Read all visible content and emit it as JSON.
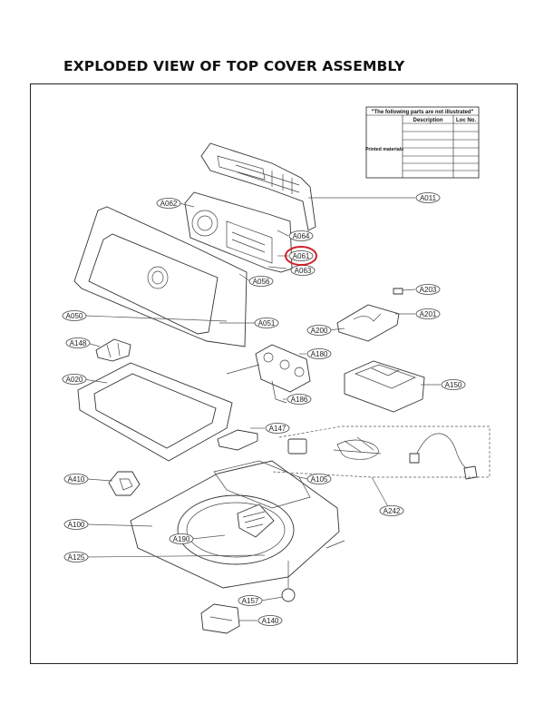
{
  "title": "EXPLODED VIEW OF TOP COVER ASSEMBLY",
  "table": {
    "header": "\"The following parts are not illustrated\"",
    "col_description": "Description",
    "col_loc": "Loc No.",
    "row_label": "Printed materials"
  },
  "highlight_color": "#d0202a",
  "labels": {
    "A011": "A011",
    "A062": "A062",
    "A064": "A064",
    "A061": "A061",
    "A063": "A063",
    "A056": "A056",
    "A203": "A203",
    "A050": "A050",
    "A051": "A051",
    "A201": "A201",
    "A200": "A200",
    "A148": "A148",
    "A180": "A180",
    "A020": "A020",
    "A150": "A150",
    "A186": "A186",
    "A147": "A147",
    "A410": "A410",
    "A105": "A105",
    "A100": "A100",
    "A190": "A190",
    "A242": "A242",
    "A125": "A125",
    "A157": "A157",
    "A140": "A140"
  }
}
